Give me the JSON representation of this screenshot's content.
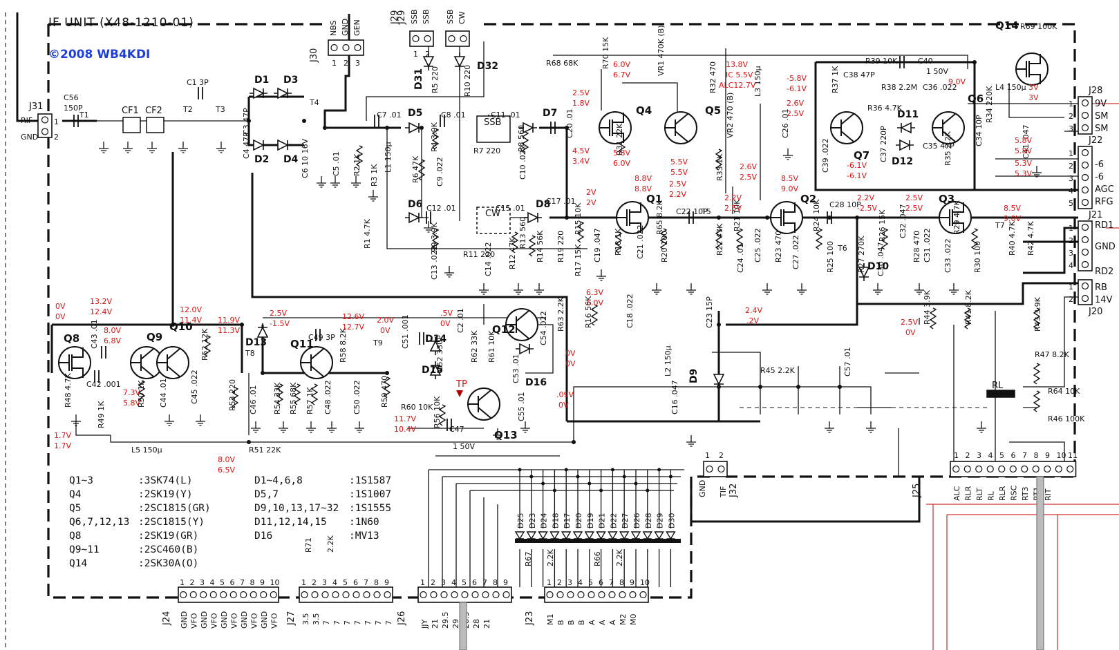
{
  "title": "IF UNIT (X48-1210-01)",
  "copyright": "©2008 WB4KDI",
  "colors": {
    "ink": "#111111",
    "voltage": "#d11111",
    "copyright": "#1f3fd6"
  },
  "transistors": [
    {
      "label": "Q1"
    },
    {
      "label": "Q2"
    },
    {
      "label": "Q3"
    },
    {
      "label": "Q4"
    },
    {
      "label": "Q5"
    },
    {
      "label": "Q6"
    },
    {
      "label": "Q7"
    },
    {
      "label": "Q8"
    },
    {
      "label": "Q9"
    },
    {
      "label": "Q10"
    },
    {
      "label": "Q11"
    },
    {
      "label": "Q12"
    },
    {
      "label": "Q13"
    },
    {
      "label": "Q14"
    }
  ],
  "diodes": [
    "D1",
    "D2",
    "D3",
    "D4",
    "D5",
    "D6",
    "D7",
    "D8",
    "D9",
    "D10",
    "D11",
    "D12",
    "D13",
    "D14",
    "D15",
    "D16",
    "D31",
    "D32"
  ],
  "blocks": {
    "cf1": "CF1",
    "cf2": "CF2",
    "ssb": "SSB",
    "cw": "CW",
    "rl": "RL",
    "tp": "TP"
  },
  "components": {
    "c56": "C56",
    "c56v": "150P",
    "t1": "T1",
    "t2": "T2",
    "t3": "T3",
    "t4": "T4",
    "c1": "C1 3P",
    "c3": "C3 47P",
    "c4": "C4 47P",
    "c6": "C6 10 16V",
    "c5": "C5 .01",
    "r2": "R2 1K",
    "c7": "C7 .01",
    "l1": "L1 150μ",
    "r3": "R3 1K",
    "r1": "R1 4.7K",
    "r4": "R4 3.9K",
    "r6": "R6 47K",
    "c9": "C9 .022",
    "c8": "C8 .01",
    "r7": "R7 220",
    "c11": "C11 .01",
    "r8": "R8 560",
    "c10": "C10 .022",
    "r5": "R5 220",
    "r10": "R10 220",
    "c12": "C12 .01",
    "c15": "C15 .01",
    "r9": "R9 3.9K",
    "c13": "C13 .022",
    "r11": "R11 220",
    "c14": "C14 .022",
    "r12": "R12 47K",
    "r13": "R13 560",
    "r14": "R14 56K",
    "c17": "C17 .01",
    "r19": "R19 220",
    "r15": "R15 10K",
    "r17": "R17 15K",
    "c19": "C19 .047",
    "r18": "R18 1K",
    "c21": "C21 .022",
    "r20": "R20 100",
    "c22": "C22 10P",
    "t5": "T5",
    "r22": "R22 47K",
    "r21": "R21 10K",
    "c24": "C24 .01",
    "c25": "C25 .022",
    "r23": "R23 470",
    "c27": "C27 .022",
    "r24": "R24 10K",
    "r25": "R25 100",
    "c28": "C28 10P",
    "t6": "T6",
    "r27": "R27 270K",
    "r26": "R26 15K",
    "c30": "C30 .047",
    "c31": "C31 .022",
    "c32": "C32 .047",
    "r28": "R28 470",
    "c33": "C33 .022",
    "r29": "R29 4.7K",
    "r30": "R30 100",
    "t7": "T7",
    "c20": "C20 .01",
    "r31": "R31 22K",
    "r70": "R70 15K",
    "vr1": "VR1 470K (B)",
    "r32": "R32 470",
    "vr2": "VR2 470 (B)",
    "r33": "R33 1K",
    "r65": "R65 8.2K",
    "l3": "L3 150μ",
    "c26": "C26 .01",
    "r37": "R37 1K",
    "c38": "C38 47P",
    "r36": "R36 4.7K",
    "c39": "C39 .022",
    "c37": "C37 220P",
    "r39": "R39 10K",
    "c40": "C40",
    "c40v": "1 50V",
    "r38": "R38 2.2M",
    "c36": "C36 .022",
    "l4": "L4 150μ",
    "c35": "C35 47P",
    "r35": "R35 2.2K",
    "c34": "C34 10P",
    "r34": "R34 220K",
    "c41": "C41 .047",
    "r68": "R68 68K",
    "r69": "R69 100K",
    "c43": "C43 .01",
    "c42": "C42 .001",
    "r48": "R48 4.7K",
    "r49": "R49 1K",
    "r50": "R50 1K",
    "c44": "C44 .01",
    "c45": "C45 .022",
    "r52": "R52 12K",
    "r53": "R53 220",
    "t8": "T8",
    "c46": "C46 .01",
    "r54": "R54 33K",
    "r55": "R55 68K",
    "r57": "R57 1K",
    "c48": "C48 .022",
    "c49": "C49 3P",
    "r58": "R58 8.2K",
    "t9": "T9",
    "c50": "C50 .022",
    "r59": "R59 470",
    "c51": "C51 .001",
    "c52": "C52 330P",
    "c2": "C2 .01",
    "r62": "R62 33K",
    "r61": "R61 10K",
    "c53": "C53 .01",
    "c54": "C54 .022",
    "r63": "R63 2.2K",
    "r56": "R56 10K",
    "c47": "C47",
    "c47v": "1 50V",
    "r60": "R60 10K",
    "c55": "C55 .01",
    "l5": "L5 150μ",
    "r51": "R51 22K",
    "r16": "R16 56K",
    "c18": "C18 .022",
    "c23": "C23 15P",
    "l2": "L2 150μ",
    "c16": "C16 .047",
    "r45": "R45 2.2K",
    "c57": "C57 .01",
    "r44": "R44 3.9K",
    "r41": "R41 8.2K",
    "r43": "R43 3.9K",
    "r47": "R47 8.2K",
    "r64": "R64 10K",
    "r46": "R46 100K",
    "r40": "R40 4.7K",
    "r42": "R42 4.7K",
    "r67": "R67",
    "r67v": "2.2K",
    "r66": "R66",
    "r66v": "2.2K",
    "r71": "R71",
    "r71v": "2.2K"
  },
  "voltages": {
    "q1a": "2.5V",
    "q1b": "1.8V",
    "q1c": "4.5V",
    "q1d": "3.4V",
    "q4a": "6.0V",
    "q4b": "6.7V",
    "q4c": "5.8V",
    "q4d": "6.0V",
    "q5a": "13.8V",
    "q5b": "IC 5.5V",
    "q5c": "ALC12.7V",
    "q5d": "5.5V",
    "q5e": "5.5V",
    "q7a": "-5.8V",
    "q7b": "-6.1V",
    "q7c": "2.6V",
    "q7d": "2.5V",
    "q7e": "-6.1V",
    "q7f": "-6.1V",
    "q6a": "9.0V",
    "q6b": "3V",
    "q6c": "3V",
    "j22a": "5.8V",
    "j22b": "5.8V",
    "j22c": "5.3V",
    "j22d": "5.3V",
    "vr2a": "2.6V",
    "vr2b": "2.5V",
    "q2a": "8.5V",
    "q2b": "9.0V",
    "q1e": "2V",
    "q1f": "2V",
    "r65a": "8.8V",
    "r65b": "8.8V",
    "r65c": "2.5V",
    "r65d": "2.2V",
    "q2c": "2.2V",
    "q2d": "2.5V",
    "q3a": "2.2V",
    "q3b": "-2.5V",
    "q3c": "2.5V",
    "q3d": "2.5V",
    "q3e": "8.5V",
    "q3f": "9.0V",
    "q8a": "0V",
    "q8b": "0V",
    "q8c": "13.2V",
    "q8d": "12.4V",
    "q9a": "8.0V",
    "q9b": "6.8V",
    "q9c": "7.3V",
    "q9d": "5.8V",
    "q10a": "12.0V",
    "q10b": "11.4V",
    "q10c": "11.9V",
    "q10d": "11.3V",
    "d13a": "2.5V",
    "d13b": "-1.5V",
    "q11a": "12.6V",
    "q11b": "12.7V",
    "q11c": "2.0V",
    "q11d": "0V",
    "d14a": ".5V",
    "d14b": "0V",
    "r63a": "6.3V",
    "r63b": "6.0V",
    "r63c": "0V",
    "r63d": "0V",
    "d16a": ".09V",
    "d16b": "0V",
    "q13a": "11.7V",
    "q13b": "10.4V",
    "r48a": "1.7V",
    "r48b": "1.7V",
    "r51a": "8.0V",
    "r51b": "6.5V",
    "d9a": "2.4V",
    "d9b": ".2V",
    "r44a": "2.5V",
    "r44b": "0V"
  },
  "connectors": {
    "j31": {
      "name": "J31",
      "pins": [
        "RIF",
        "GND"
      ],
      "nums": [
        "1",
        "2"
      ]
    },
    "j30": {
      "name": "J30",
      "pins": [
        "NBS",
        "GND",
        "GEN"
      ],
      "nums": [
        "1",
        "2",
        "3"
      ]
    },
    "j29": {
      "name": "J29",
      "pins": [
        "SSB",
        "SSB",
        "SSB",
        "CW"
      ],
      "nums": [
        "1",
        "2"
      ]
    },
    "j28": {
      "name": "J28",
      "pins": [
        "9V",
        "SM",
        "SM"
      ],
      "nums": [
        "1",
        "2",
        "3"
      ]
    },
    "j22": {
      "name": "J22",
      "pins": [
        "-6",
        "-6",
        "AGC",
        "RFG"
      ],
      "nums": [
        "1",
        "2",
        "3",
        "4",
        "5"
      ]
    },
    "j21": {
      "name": "J21",
      "pins": [
        "RD1",
        "GND",
        "RD2"
      ],
      "nums": [
        "1",
        "2",
        "3",
        "4"
      ]
    },
    "j20": {
      "name": "J20",
      "pins": [
        "RB",
        "14V"
      ],
      "nums": [
        "1",
        "2"
      ]
    },
    "j32": {
      "name": "J32",
      "pins": [
        "GND",
        "TIF"
      ],
      "nums": [
        "1",
        "2"
      ]
    },
    "j25": {
      "name": "J25",
      "pins": [
        "ALC",
        "RLR",
        "RLT",
        "RL",
        "RLR",
        "RSC",
        "RT3",
        "RT1",
        "RIT"
      ],
      "nums": [
        "1",
        "2",
        "3",
        "4",
        "5",
        "6",
        "7",
        "8",
        "9",
        "10",
        "11"
      ]
    },
    "j24": {
      "name": "J24",
      "pins": [
        "GND",
        "VFO",
        "GND",
        "VFO",
        "GND",
        "VFO",
        "GND",
        "VFO",
        "GND",
        "VFO"
      ],
      "nums": [
        "1",
        "2",
        "3",
        "4",
        "5",
        "6",
        "7",
        "8",
        "9",
        "10"
      ]
    },
    "j27": {
      "name": "J27",
      "pins": [
        "3.5",
        "3.5",
        "7",
        "7",
        "7",
        "7",
        "7",
        "7",
        "7"
      ],
      "nums": [
        "1",
        "2",
        "3",
        "4",
        "5",
        "6",
        "7",
        "8",
        "9"
      ]
    },
    "j26": {
      "name": "J26",
      "pins": [
        "JJY",
        "21",
        "29.5",
        "29",
        "28.5",
        "28",
        "21"
      ],
      "nums": [
        "1",
        "2",
        "3",
        "4",
        "5",
        "6",
        "7",
        "8",
        "9"
      ]
    },
    "j23": {
      "name": "J23",
      "pins": [
        "M1",
        "B",
        "B",
        "B",
        "A",
        "A",
        "A",
        "M2",
        "M0"
      ],
      "nums": [
        "1",
        "2",
        "3",
        "4",
        "5",
        "6",
        "7",
        "8",
        "9",
        "10"
      ]
    }
  },
  "band_diodes": [
    "D25",
    "D23",
    "D24",
    "D18",
    "D17",
    "D20",
    "D19",
    "D21",
    "D22",
    "D27",
    "D26",
    "D28",
    "D29",
    "D30"
  ],
  "legend": {
    "left": [
      {
        "k": "Q1~3",
        "v": ":3SK74(L)"
      },
      {
        "k": "Q4",
        "v": ":2SK19(Y)"
      },
      {
        "k": "Q5",
        "v": ":2SC1815(GR)"
      },
      {
        "k": "Q6,7,12,13",
        "v": ":2SC1815(Y)"
      },
      {
        "k": "Q8",
        "v": ":2SK19(GR)"
      },
      {
        "k": "Q9~11",
        "v": ":2SC460(B)"
      },
      {
        "k": "Q14",
        "v": ":2SK30A(O)"
      }
    ],
    "right": [
      {
        "k": "D1~4,6,8",
        "v": ":1S1587"
      },
      {
        "k": "D5,7",
        "v": ":1S1007"
      },
      {
        "k": "D9,10,13,17~32",
        "v": ":1S1555"
      },
      {
        "k": "D11,12,14,15",
        "v": ":1N60"
      },
      {
        "k": "D16",
        "v": ":MV13"
      }
    ]
  }
}
